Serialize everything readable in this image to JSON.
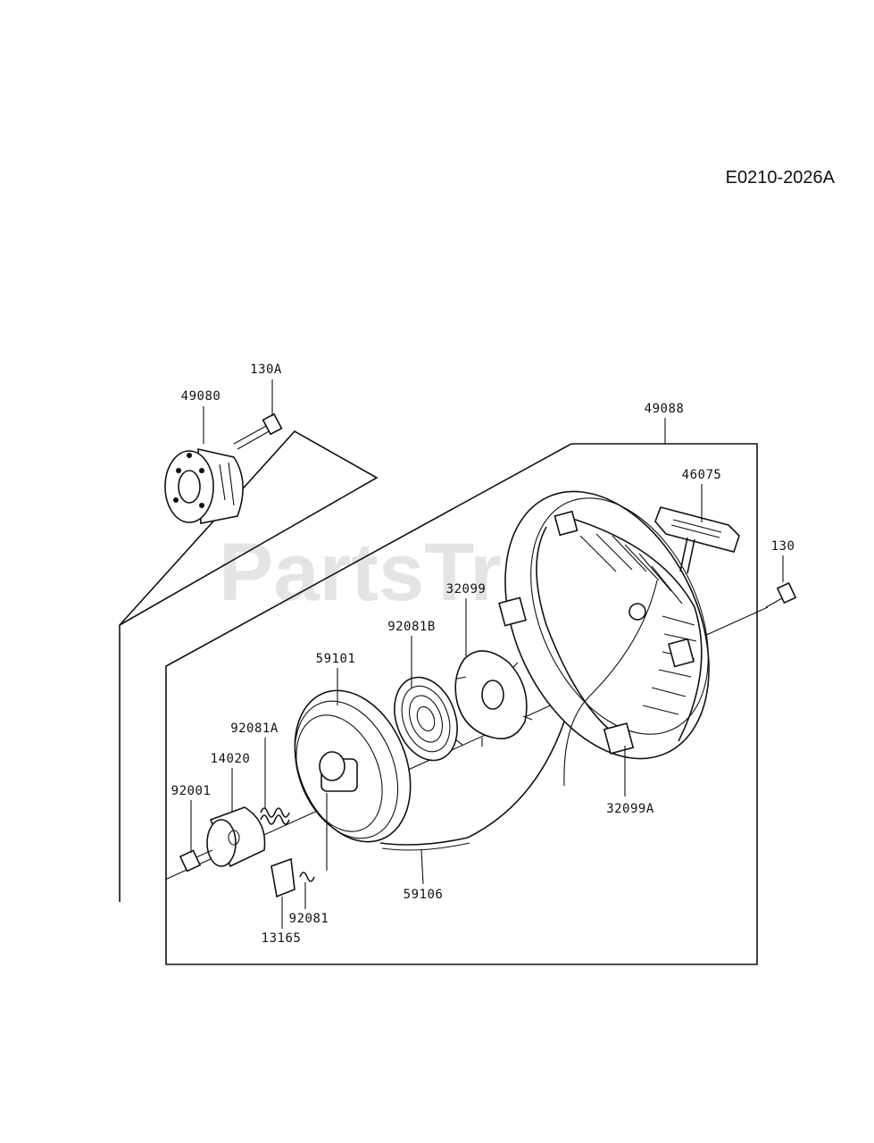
{
  "diagram_code": "E0210-2026A",
  "watermark": "PartsTree",
  "parts": [
    {
      "id": "p-130A",
      "label": "130A"
    },
    {
      "id": "p-49080",
      "label": "49080"
    },
    {
      "id": "p-49088",
      "label": "49088"
    },
    {
      "id": "p-46075",
      "label": "46075"
    },
    {
      "id": "p-130",
      "label": "130"
    },
    {
      "id": "p-32099",
      "label": "32099"
    },
    {
      "id": "p-92081B",
      "label": "92081B"
    },
    {
      "id": "p-59101",
      "label": "59101"
    },
    {
      "id": "p-92081A",
      "label": "92081A"
    },
    {
      "id": "p-14020",
      "label": "14020"
    },
    {
      "id": "p-92001",
      "label": "92001"
    },
    {
      "id": "p-32099A",
      "label": "32099A"
    },
    {
      "id": "p-59106",
      "label": "59106"
    },
    {
      "id": "p-92081",
      "label": "92081"
    },
    {
      "id": "p-13165",
      "label": "13165"
    }
  ]
}
